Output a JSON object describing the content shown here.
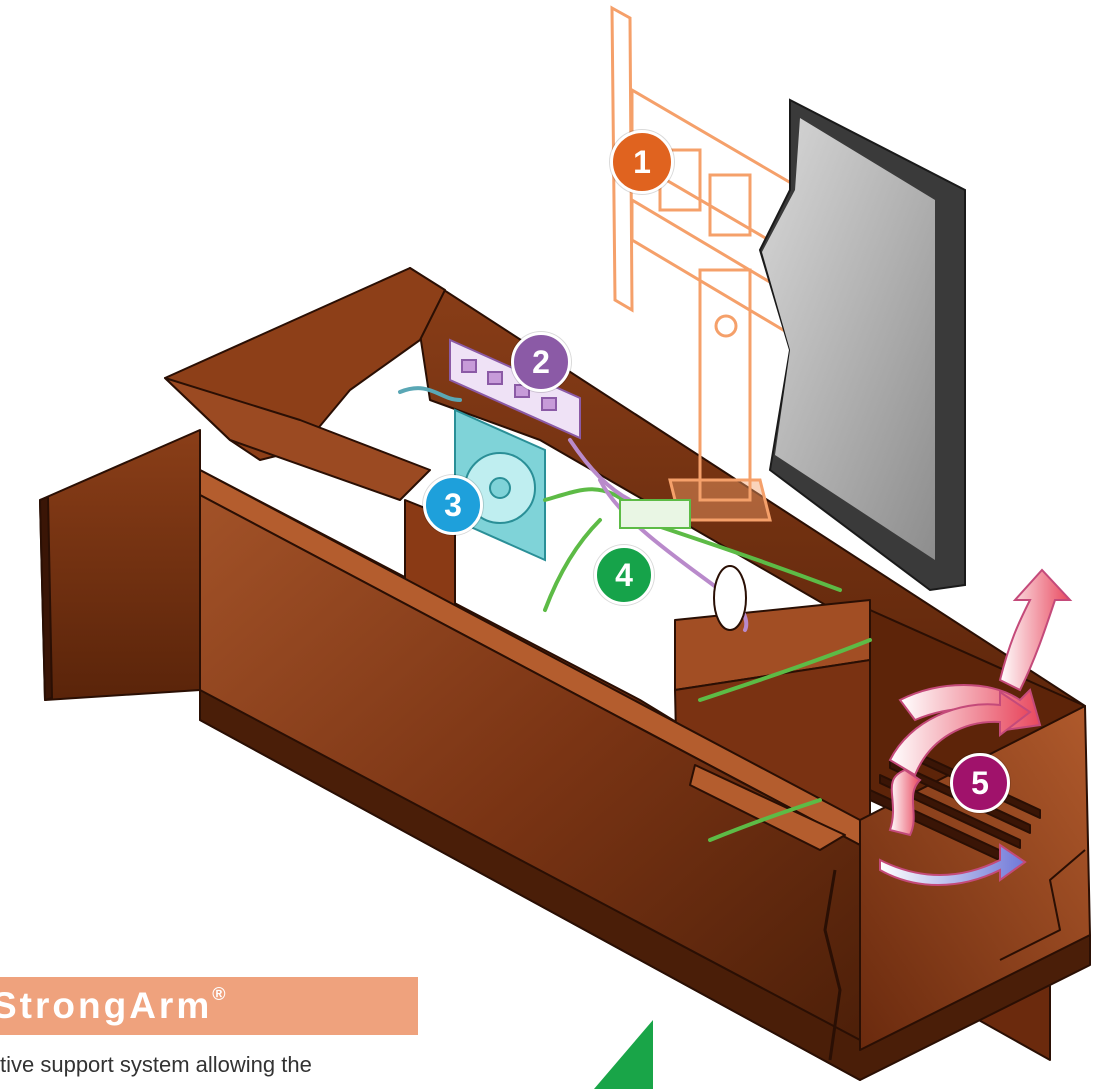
{
  "callouts": [
    {
      "label": "1",
      "color": "#e0631f"
    },
    {
      "label": "2",
      "color": "#8b5aa6"
    },
    {
      "label": "3",
      "color": "#1ea0db"
    },
    {
      "label": "4",
      "color": "#16a34a"
    },
    {
      "label": "5",
      "color": "#a0126b"
    }
  ],
  "brand": {
    "name": "StrongArm",
    "mark": "®",
    "banner_color": "#efa27d"
  },
  "caption": "tive support system allowing the",
  "colors": {
    "wood": "#7a3414",
    "wood_dark": "#4a1e08",
    "wood_light": "#a25228",
    "mount": "#f5a06a",
    "power_strip": "#c79bd9",
    "fan": "#7fd3d8",
    "cable": "#5dbb46",
    "cable_purple": "#b98acb",
    "airflow": "#e85a6a",
    "tv_frame": "#3a3a3a",
    "tv_screen": "#b8b8b8",
    "green_triangle": "#19a548"
  }
}
